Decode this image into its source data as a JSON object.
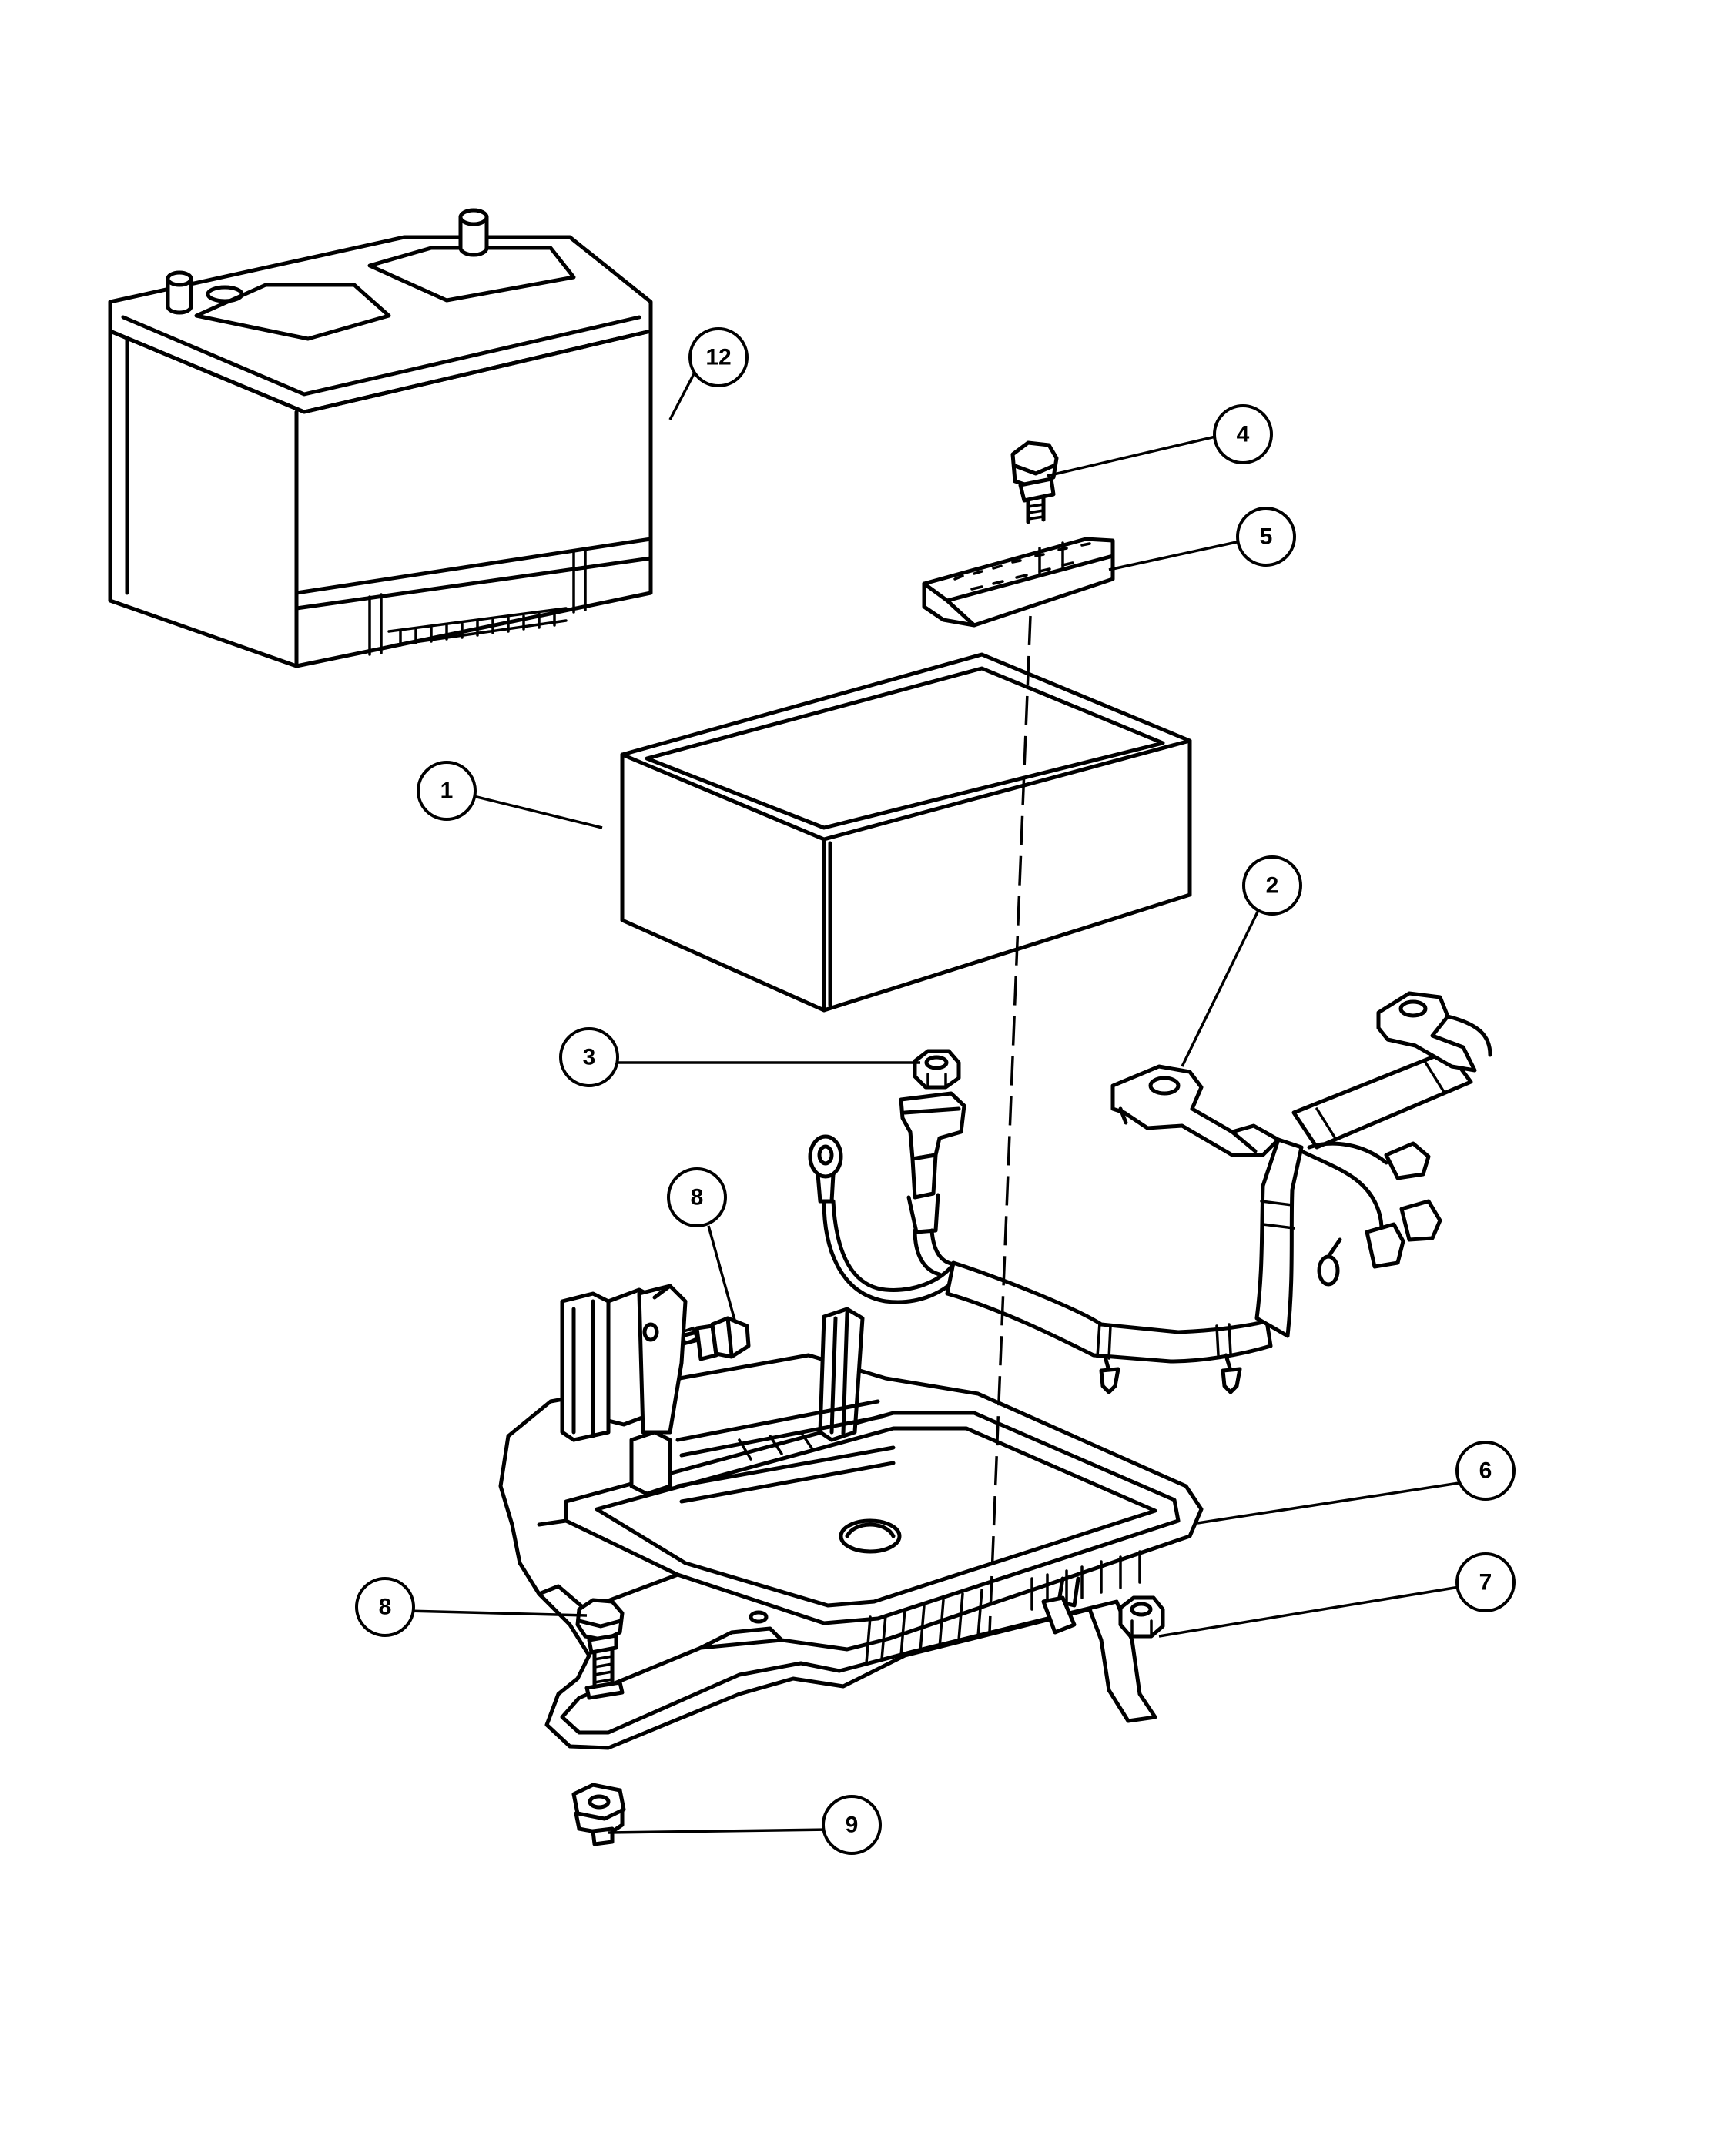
{
  "callouts": [
    {
      "id": "c12",
      "label": "12",
      "part": "battery"
    },
    {
      "id": "c4",
      "label": "4",
      "part": "bolt"
    },
    {
      "id": "c5",
      "label": "5",
      "part": "hold-down"
    },
    {
      "id": "c1",
      "label": "1",
      "part": "battery-shield"
    },
    {
      "id": "c2",
      "label": "2",
      "part": "battery-cable"
    },
    {
      "id": "c3",
      "label": "3",
      "part": "nut"
    },
    {
      "id": "c8a",
      "label": "8",
      "part": "bolt"
    },
    {
      "id": "c6",
      "label": "6",
      "part": "battery-tray"
    },
    {
      "id": "c7",
      "label": "7",
      "part": "nut"
    },
    {
      "id": "c8b",
      "label": "8",
      "part": "bolt"
    },
    {
      "id": "c9",
      "label": "9",
      "part": "nut-clip"
    }
  ]
}
